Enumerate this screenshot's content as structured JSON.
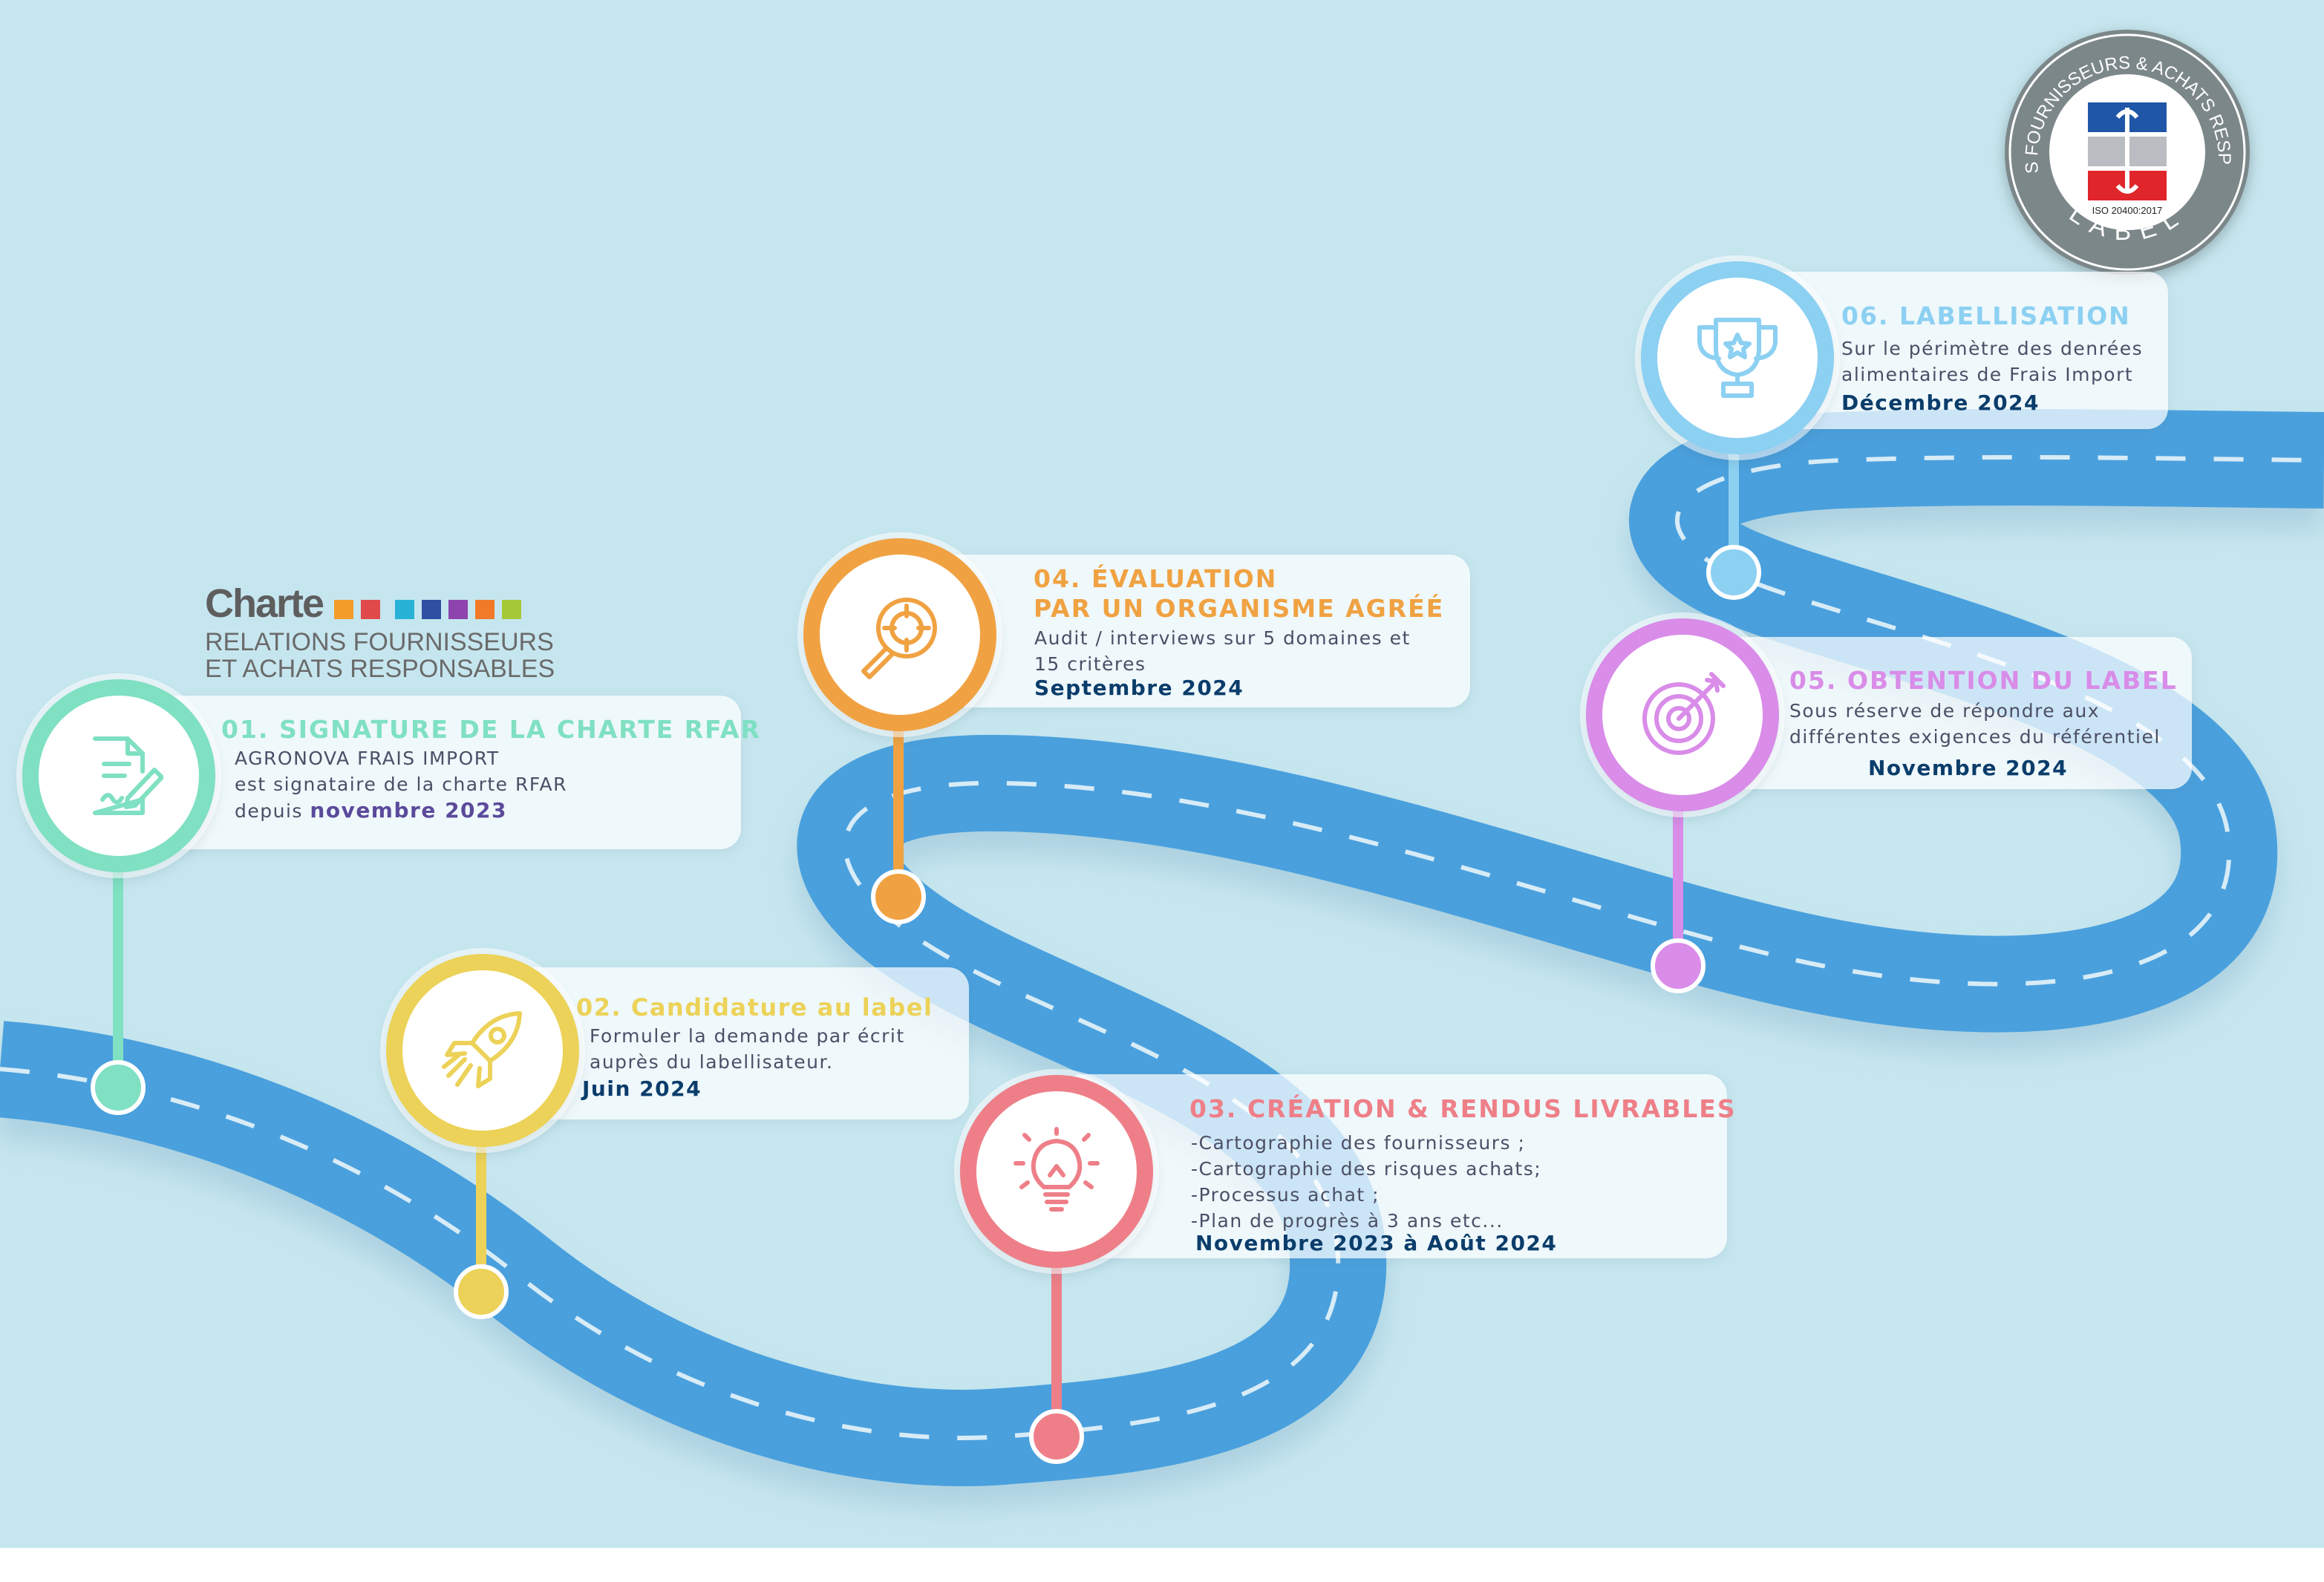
{
  "badge": {
    "ring_text": "RELATIONS FOURNISSEURS & ACHATS RESPONSABLES",
    "label": "LABEL",
    "iso": "ISO 20400:2017"
  },
  "charte_logo": {
    "title": "Charte",
    "line1": "RELATIONS FOURNISSEURS",
    "line2": "ET ACHATS RESPONSABLES",
    "square_colors": [
      "#f39c2a",
      "#e04a4a",
      "#27b2d6",
      "#2f4fa3",
      "#8e44ad",
      "#f07a28",
      "#a6c93a"
    ]
  },
  "colors": {
    "background": "#c6e6ef",
    "road": "#4aa0dd",
    "step1": "#7fe0c2",
    "step2": "#ecd258",
    "step3": "#ee7f88",
    "step4": "#f0a242",
    "step5": "#d98ce8",
    "step6": "#8cd0f2"
  },
  "steps": [
    {
      "title": "01. SIGNATURE DE LA CHARTE RFAR",
      "body": [
        "AGRONOVA FRAIS IMPORT",
        "est signataire de la charte RFAR"
      ],
      "date_prefix": "depuis",
      "date": "novembre 2023",
      "icon": "signed-document-icon"
    },
    {
      "title": "02. Candidature au label",
      "body": [
        "Formuler la demande par écrit",
        "auprès du labellisateur."
      ],
      "date": "Juin 2024",
      "icon": "rocket-icon"
    },
    {
      "title": "03. CRÉATION & RENDUS LIVRABLES",
      "body": [
        "-Cartographie des fournisseurs ;",
        "-Cartographie des risques achats;",
        "-Processus achat ;",
        "-Plan de progrès à 3 ans  etc..."
      ],
      "date": "Novembre 2023 à Août 2024",
      "icon": "lightbulb-icon"
    },
    {
      "title": "04. ÉVALUATION",
      "title2": "PAR UN ORGANISME AGRÉÉ",
      "body": [
        "Audit / interviews sur 5 domaines et",
        "15 critères"
      ],
      "date": "Septembre 2024",
      "icon": "magnifier-icon"
    },
    {
      "title": "05. OBTENTION DU LABEL",
      "body": [
        "Sous réserve de répondre aux",
        "différentes exigences du référentiel"
      ],
      "date": "Novembre 2024",
      "icon": "target-icon"
    },
    {
      "title": "06. LABELLISATION",
      "body": [
        "Sur le périmètre des denrées",
        "alimentaires de Frais Import"
      ],
      "date": "Décembre 2024",
      "icon": "trophy-icon"
    }
  ]
}
